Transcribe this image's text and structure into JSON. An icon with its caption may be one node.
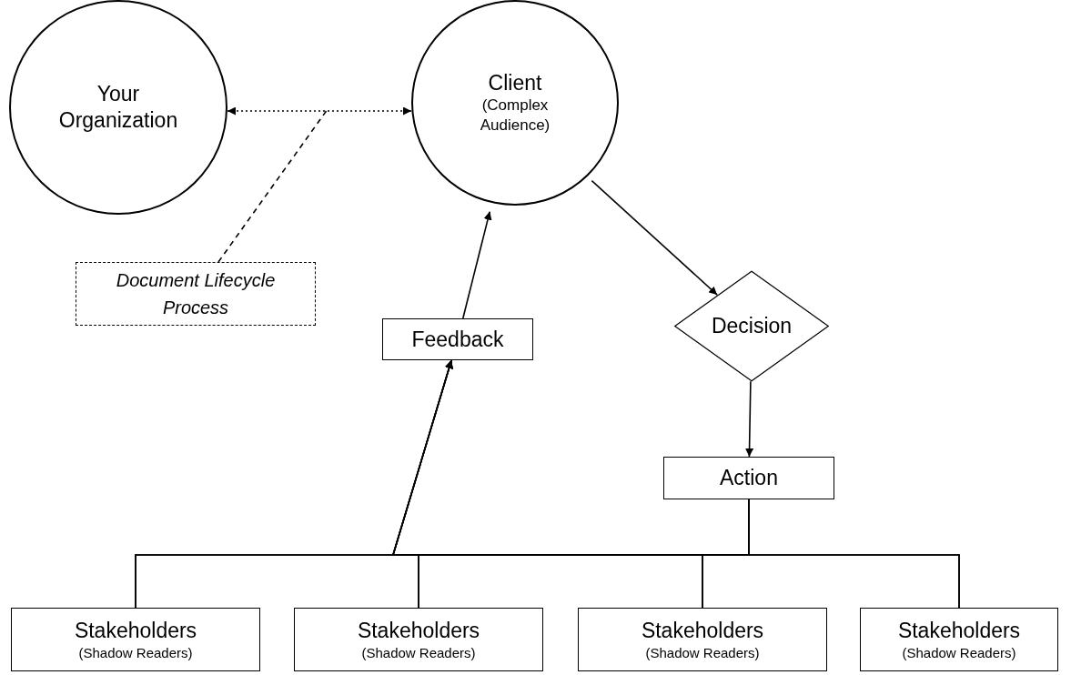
{
  "diagram": {
    "nodes": [
      {
        "text": [
          "Your Organization"
        ]
      },
      {
        "text": [
          "Client",
          "(Complex Audience)"
        ]
      },
      {
        "text": [
          "Document Lifecycle Process"
        ]
      },
      {
        "text": [
          "Feedback"
        ]
      },
      {
        "text": [
          "Decision"
        ]
      },
      {
        "text": [
          "Action"
        ]
      },
      {
        "text": [
          "Stakeholders",
          "(Shadow Readers)"
        ]
      },
      {
        "text": [
          "Stakeholders",
          "(Shadow Readers)"
        ]
      },
      {
        "text": [
          "Stakeholders",
          "(Shadow Readers)"
        ]
      },
      {
        "text": [
          "Stakeholders",
          "(Shadow Readers)"
        ]
      }
    ],
    "edges": [
      {
        "from": 0,
        "to": 1,
        "arrow": "both",
        "style": "dashed"
      },
      {
        "from": 2,
        "to": null,
        "arrow": "none",
        "style": "dashed"
      },
      {
        "from": 1,
        "to": 4,
        "arrow": "to"
      },
      {
        "from": 4,
        "to": 5,
        "arrow": "to"
      },
      {
        "from": 3,
        "to": 1,
        "arrow": "to"
      },
      {
        "from": 5,
        "to": 6,
        "arrow": "none"
      },
      {
        "from": 5,
        "to": 7,
        "arrow": "none"
      },
      {
        "from": 5,
        "to": 8,
        "arrow": "none"
      },
      {
        "from": 5,
        "to": 9,
        "arrow": "none"
      },
      {
        "from": 6,
        "to": 3,
        "arrow": "to"
      },
      {
        "from": 7,
        "to": 3,
        "arrow": "to"
      },
      {
        "from": 8,
        "to": 3,
        "arrow": "to"
      },
      {
        "from": 9,
        "to": 3,
        "arrow": "to"
      }
    ]
  }
}
